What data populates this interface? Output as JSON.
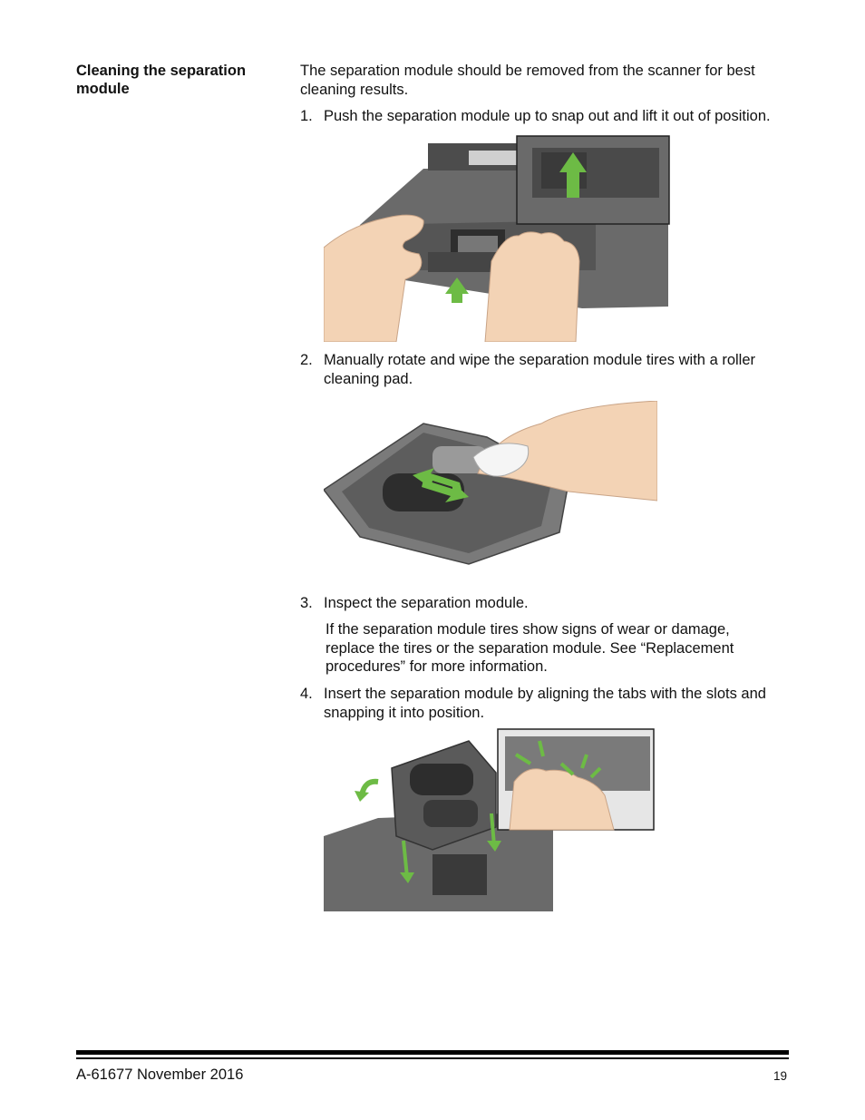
{
  "section": {
    "heading": "Cleaning the separation module",
    "intro": "The separation module should be removed from the scanner for best cleaning results."
  },
  "steps": [
    {
      "number": "1.",
      "text": "Push the separation module up to snap out and lift it out of position."
    },
    {
      "number": "2.",
      "text": "Manually rotate and wipe the separation module tires with a roller cleaning pad."
    },
    {
      "number": "3.",
      "text": "Inspect the separation module."
    },
    {
      "number": "4.",
      "text": "Insert the separation module by aligning the tabs with the slots and snapping it into position."
    }
  ],
  "step3_note": "If the separation module tires show signs of wear or damage, replace the tires or the separation module. See “Replacement procedures” for more information.",
  "colors": {
    "arrow_green": "#6dbb45",
    "scanner_gray": "#5a5a5a",
    "skin": "#f3d3b5"
  },
  "footer": {
    "doc_id": "A-61677  November 2016",
    "page_number": "19"
  }
}
